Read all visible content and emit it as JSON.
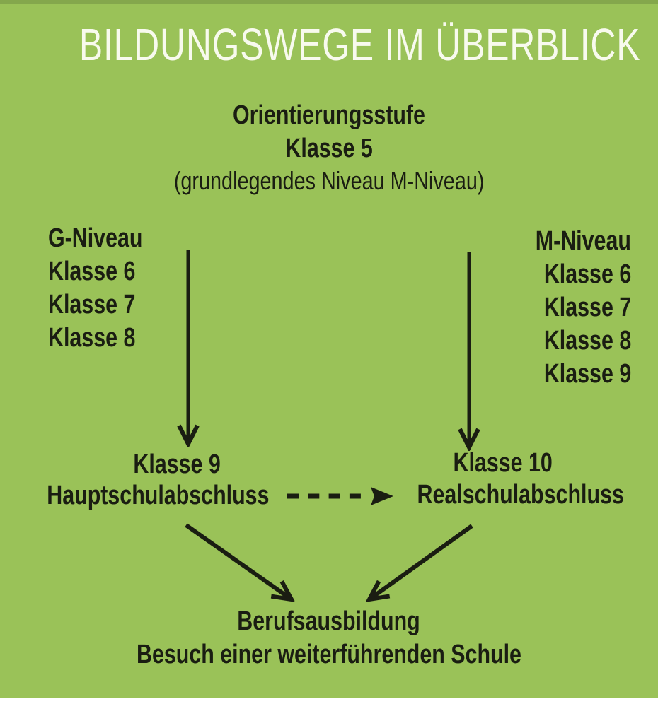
{
  "canvas": {
    "bg_color": "#9ac258",
    "top_band_color": "#84a74c",
    "ink_color": "#1a1d12",
    "title_color": "#f8faee"
  },
  "header": {
    "title": "BILDUNGSWEGE IM ÜBERBLICK"
  },
  "orientation": {
    "title": "Orientierungsstufe",
    "grade": "Klasse 5",
    "note": "(grundlegendes Niveau M-Niveau)"
  },
  "g_track": {
    "label": "G-Niveau",
    "grades": [
      "Klasse 6",
      "Klasse 7",
      "Klasse 8"
    ]
  },
  "m_track": {
    "label": "M-Niveau",
    "grades": [
      "Klasse 6",
      "Klasse 7",
      "Klasse 8",
      "Klasse 9"
    ]
  },
  "g_outcome": {
    "grade": "Klasse 9",
    "qualification": "Hauptschulabschluss"
  },
  "m_outcome": {
    "grade": "Klasse 10",
    "qualification": "Realschulabschluss"
  },
  "final_outcome": {
    "line1": "Berufsausbildung",
    "line2": "Besuch einer weiterführenden Schule"
  }
}
